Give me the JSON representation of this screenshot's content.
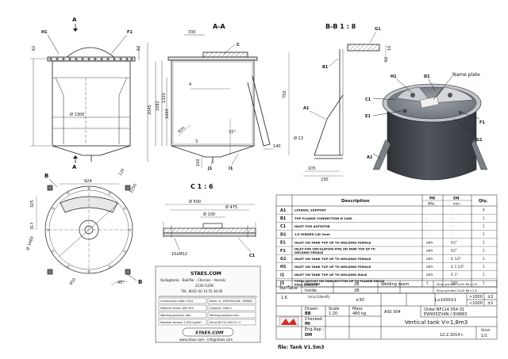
{
  "sections": {
    "aa": "A-A",
    "bb": "B-B  1 : 8",
    "c": "C  1 : 6"
  },
  "view_letters": {
    "a_top": "A",
    "a_bottom": "A",
    "b_top": "B",
    "b_bottom": "B"
  },
  "front_view": {
    "h1": "H1",
    "f1": "F1",
    "dims": {
      "d62_left": "62",
      "d62_right": "62",
      "diameter": "Ø 1300",
      "height_2045": "2045",
      "height_1682": "1682"
    }
  },
  "section_aa": {
    "c": "C",
    "j1": "J1",
    "i1": "I1",
    "dims": {
      "d330": "330",
      "d4": "4",
      "d1320": "1320",
      "d1603": "1603",
      "d830": "830",
      "d3": "3",
      "d100": "100",
      "d15deg": "15°",
      "d140": "140"
    }
  },
  "section_bb": {
    "g1": "G1",
    "b1": "B1",
    "a1": "A1",
    "dims": {
      "d62": "62",
      "d750": "750",
      "d13": "Ø 13",
      "d105": "105",
      "d230": "230",
      "d10": "10"
    }
  },
  "iso_view": {
    "h1": "H1",
    "d1": "D1",
    "name_plate": "Name plate",
    "c1": "C1",
    "e1": "E1",
    "f1": "F1",
    "g1": "G1",
    "a1": "A1"
  },
  "top_view": {
    "dims": {
      "d924": "924",
      "d120": "120",
      "d1250": "1250",
      "d325": "325",
      "d317": "317",
      "d1460": "Ø 1460",
      "d950": "950",
      "d45": "45°"
    }
  },
  "section_c": {
    "c1": "C1",
    "dims": {
      "d500": "Ø 500",
      "d475": "Ø 475",
      "d100": "Ø 100",
      "bolts": "10xM12"
    }
  },
  "connections_table": {
    "headers": {
      "description": "Description",
      "pn": "PN",
      "pn_unit": "MPa",
      "dn": "DN",
      "dn_unit": "mm.",
      "qty": "Qty."
    },
    "rows": [
      {
        "id": "A1",
        "desc": "LATERAL SUPPORT",
        "pn": "-",
        "dn": "-",
        "qty": "4"
      },
      {
        "id": "B1",
        "desc": "TOP FLANGE CONNECTION  Ø 1460",
        "pn": "-",
        "dn": "-",
        "qty": "1"
      },
      {
        "id": "C1",
        "desc": "INLET FOR AGITATOR",
        "pn": "-",
        "dn": "-",
        "qty": "1"
      },
      {
        "id": "D1",
        "desc": "1/3 HINGED LID 2mm",
        "pn": "-",
        "dn": "-",
        "qty": "1"
      },
      {
        "id": "E1",
        "desc": "INLET ON TANK TOP UP TO WELDING FEMALE",
        "pn": "atm.",
        "dn": "G2\"",
        "qty": "1"
      },
      {
        "id": "F1",
        "desc": "INLET FOR CIRCULATION PIPE ON TANK TOP UP TO WELDING FEMALE",
        "pn": "atm.",
        "dn": "G2\"",
        "qty": "1"
      },
      {
        "id": "G1",
        "desc": "INLET ON TANK TOP UP TO WELDING FEMALE",
        "pn": "atm.",
        "dn": "G 1/2\"",
        "qty": "1"
      },
      {
        "id": "H1",
        "desc": "INLET ON TANK TOP UP TO WELDING FEMALE",
        "pn": "atm.",
        "dn": "G 1 1/2\"",
        "qty": "1"
      },
      {
        "id": "I1",
        "desc": "INLET ON TANK TOP UP TO WELDING MALE",
        "pn": "atm.",
        "dn": "G 1\"",
        "qty": "1"
      },
      {
        "id": "J1",
        "desc": "TOTAL OUTLET ON TANK BOTTOM UP TO FLANGE DN100 PN10 DIN2576",
        "pn": "1",
        "dn": "100",
        "qty": "1"
      }
    ]
  },
  "surface_table": {
    "surface": "Surface",
    "outside": "Outside",
    "inside": "Inside",
    "outside_val": "2B",
    "inside_val": "2B",
    "welding_seam": "Welding seam",
    "weld_outside": "Strip grinded 2x20 Ra<1,8",
    "weld_inside": "Strip grinded 2x20 Ra<1,8"
  },
  "title_block": {
    "roughness": "1.6",
    "roughness_note": "(min.0,8xmR)",
    "tol_angle": "±30'",
    "tol_length": "L≤1000±1",
    "tol_gt1000": ">1000",
    "tol_lt1000": "<1000",
    "tol_pm2": "±2",
    "tol_pm1": "±1",
    "drawn_label": "Drawn:",
    "drawn": "BB",
    "checked_label": "Checked:",
    "checked": "MI",
    "eng_label": "Eng.App.:",
    "eng": "DM",
    "scale_label": "Scale",
    "scale": "1:20",
    "mass_label": "Mass",
    "mass": "480 kg",
    "material": "AISI 304",
    "order": "Order:NF114 054 01",
    "code": "EW935ZV4N / ID9883",
    "title": "Vertical tank V=1,8m3",
    "date": "12.2.2014 r.",
    "sheet_label": "Sheet",
    "sheet": "1/1",
    "filename": "file: Tank V1.5m3"
  },
  "company_card": {
    "name": "STAES.COM",
    "line1": "Opilagtanks - Bailiflar - Chernes - Vessels",
    "line2": "2230 CUZN",
    "line3": "TEL. 8032 (0) 14.55.30.00",
    "rows": [
      {
        "l": "Construction date: 2014",
        "r": "Stock nr.: EW935ZV4N / ID9883"
      },
      {
        "l": "Material vessel: AISI 304",
        "r": "Capacity: 1800 L"
      },
      {
        "l": "Working pressure: atm.",
        "r": "Working pressure set: -"
      },
      {
        "l": "Maximal density: 1,953 kg/dm³",
        "r": "Serial NF114 054 01 r1"
      }
    ],
    "logo": "STAES.COM",
    "footer": "www.staes.com - info@staes.com"
  },
  "colors": {
    "line": "#1a1a1a",
    "tank_dark": "#3d4146",
    "tank_mid": "#6b7077",
    "tank_light": "#aeb3b9",
    "hatch": "#555555",
    "logo_red": "#d42a20"
  }
}
